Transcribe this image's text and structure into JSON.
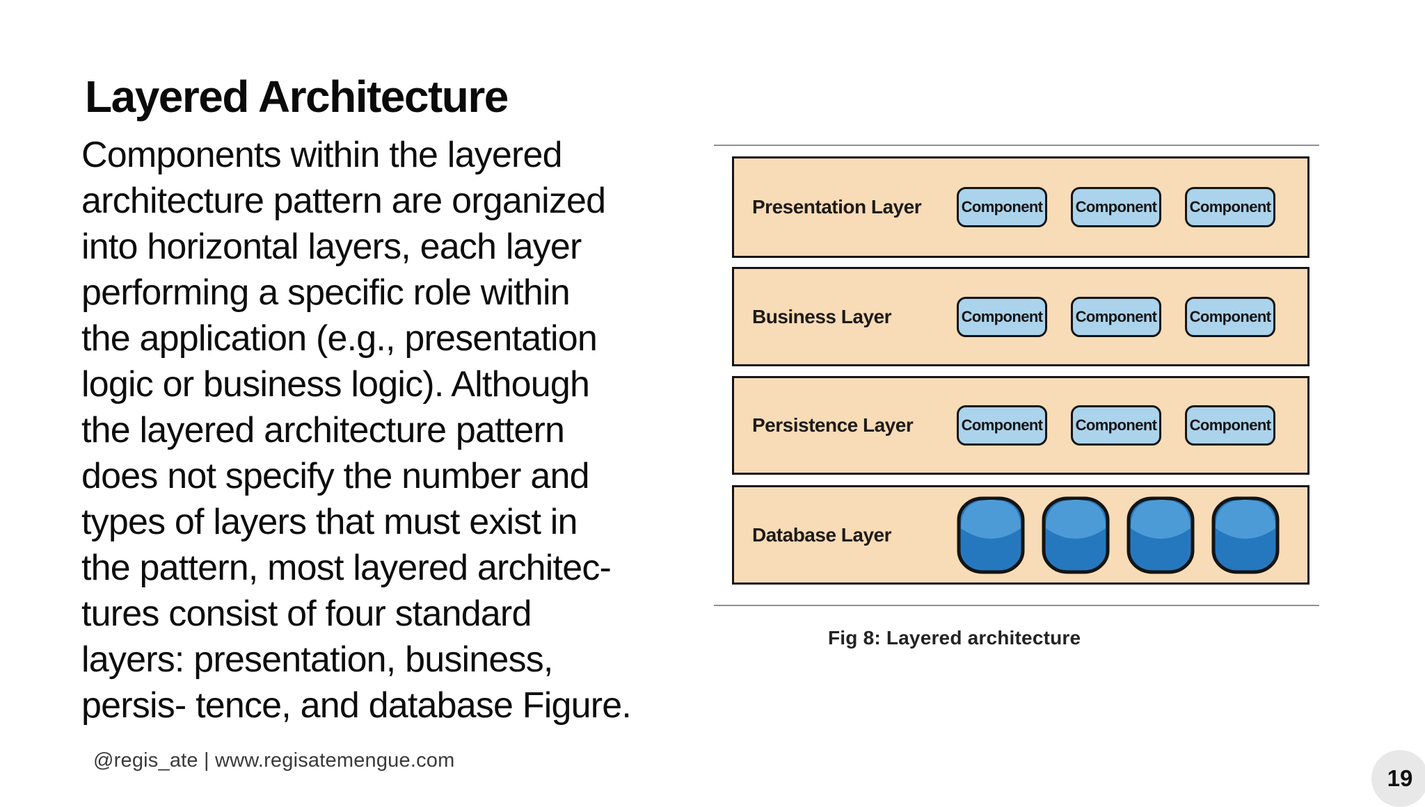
{
  "slide": {
    "title": "Layered Architecture",
    "body_text": "Components within the layered\narchitecture pattern are organized\ninto horizontal layers, each layer\nperforming a specific role within\nthe application (e.g., presentation\nlogic or business logic). Although\nthe layered architecture pattern\ndoes not specify the number and\ntypes of layers that must exist in\nthe pattern, most layered architec-\ntures consist of four standard\nlayers: presentation, business,\npersis- tence, and database Figure.",
    "footer_credit": "@regis_ate | www.regisatemengue.com",
    "page_number": "19"
  },
  "figure": {
    "caption": "Fig 8: Layered architecture",
    "layers": [
      {
        "label": "Presentation Layer",
        "components": [
          "Component",
          "Component",
          "Component"
        ]
      },
      {
        "label": "Business Layer",
        "components": [
          "Component",
          "Component",
          "Component"
        ]
      },
      {
        "label": "Persistence Layer",
        "components": [
          "Component",
          "Component",
          "Component"
        ]
      },
      {
        "label": "Database Layer",
        "database_count": "4"
      }
    ],
    "colors": {
      "layer_bg": "#F8DCB7",
      "component_bg": "#ABD3EB",
      "cylinder_top": "#4D9BD6",
      "cylinder_body": "#2678BE",
      "outline": "#141414",
      "rule": "#8f8f8f"
    }
  }
}
